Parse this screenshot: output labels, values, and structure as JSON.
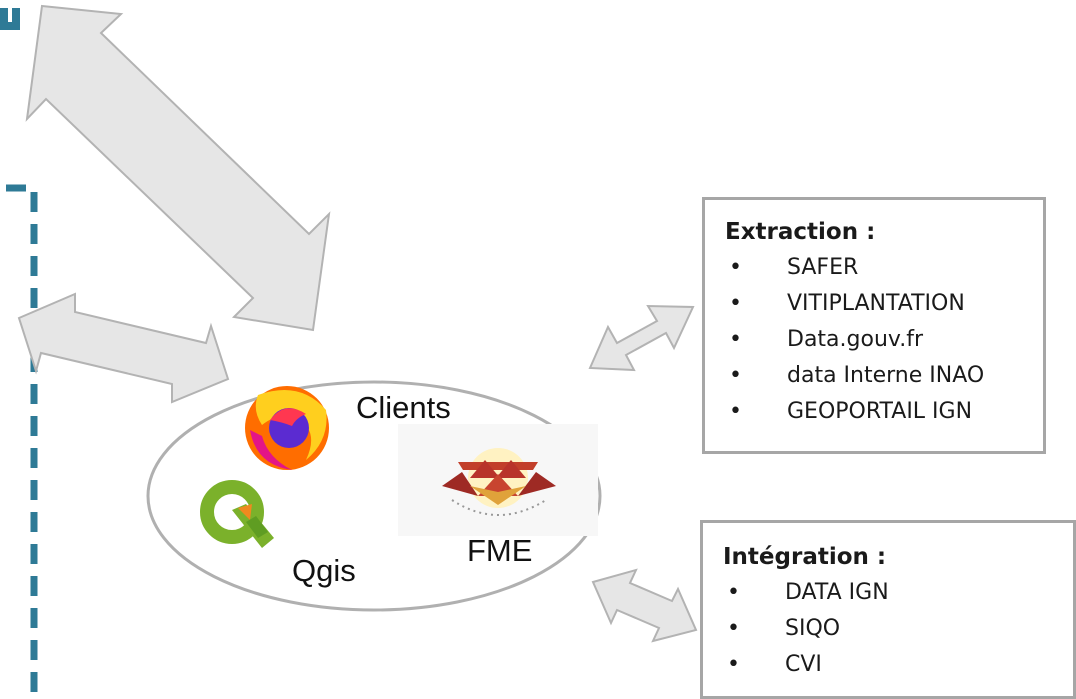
{
  "extraction": {
    "title": "Extraction :",
    "items": [
      "SAFER",
      "VITIPLANTATION",
      "Data.gouv.fr",
      "data Interne INAO",
      "GEOPORTAIL IGN"
    ]
  },
  "integration": {
    "title": "Intégration :",
    "items": [
      "DATA IGN",
      "SIQO",
      "CVI"
    ]
  },
  "hub": {
    "clients_label": "Clients",
    "fme_label": "FME",
    "qgis_label": "Qgis"
  },
  "colors": {
    "arrow_fill": "#e6e6e6",
    "arrow_stroke": "#b3b3b3",
    "box_border": "#a6a6a6",
    "dashed_line": "#2e7a96",
    "ellipse_stroke": "#b0b0b0"
  },
  "icons": [
    "firefox-logo",
    "qgis-logo",
    "fme-logo"
  ]
}
